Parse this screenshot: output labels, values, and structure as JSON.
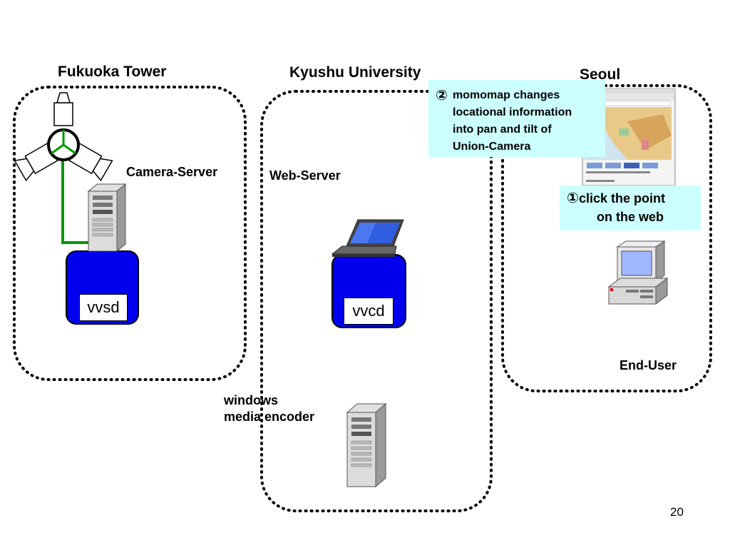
{
  "regions": {
    "fukuoka": "Fukuoka Tower",
    "kyushu": "Kyushu University",
    "seoul": "Seoul"
  },
  "labels": {
    "camera_server": "Camera-Server",
    "web_server": "Web-Server",
    "encoder_line1": "windows",
    "encoder_line2": "media encoder",
    "end_user": "End-User",
    "vvsd": "vvsd",
    "vvcd": "vvcd"
  },
  "callouts": {
    "momomap": {
      "marker": "②",
      "line1": "momomap changes",
      "line2": "locational information",
      "line3": "into pan and tilt of",
      "line4": "Union-Camera"
    },
    "click": {
      "marker": "①",
      "line1": "click the point",
      "line2": "on the web"
    }
  },
  "page_number": "20",
  "colors": {
    "accent_blue": "#0000ee",
    "callout_bg": "#ccffff",
    "link_green": "#009900"
  },
  "icons": [
    "union-camera-icon",
    "server-tower-icon",
    "laptop-icon",
    "desktop-computer-icon",
    "web-browser-screenshot"
  ]
}
